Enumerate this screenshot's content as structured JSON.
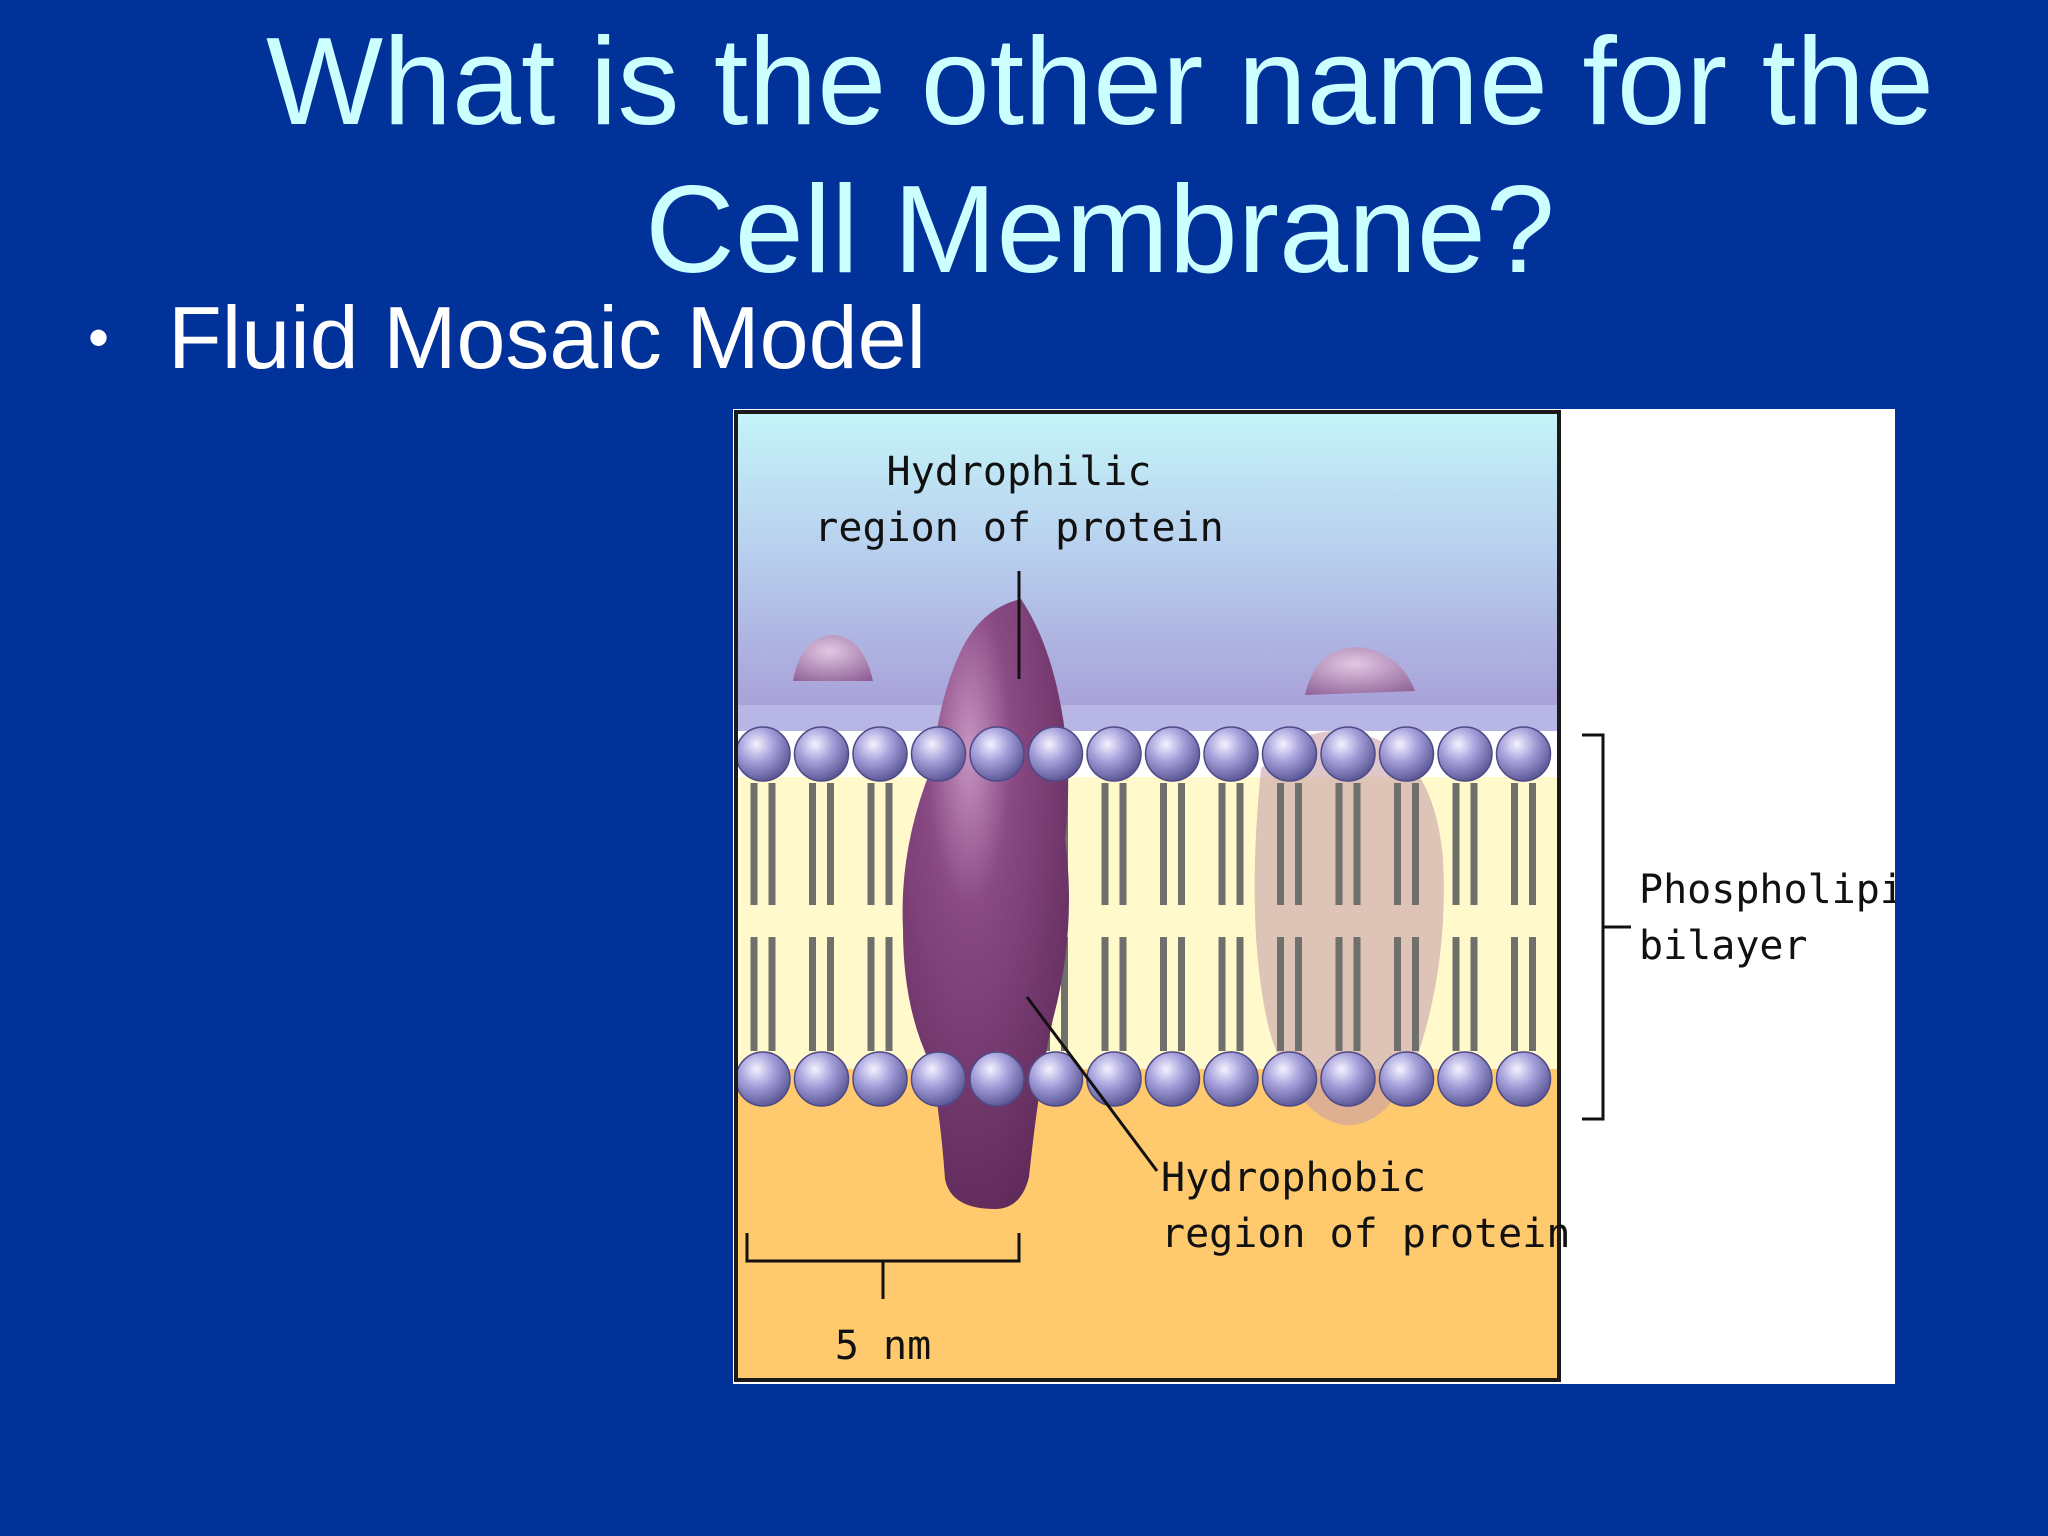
{
  "slide": {
    "title_line1": "What is the other name for the",
    "title_line2": "Cell Membrane?",
    "bullets": [
      "Fluid Mosaic Model"
    ]
  },
  "diagram": {
    "labels": {
      "hydrophilic_line1": "Hydrophilic",
      "hydrophilic_line2": "region of protein",
      "hydrophobic_line1": "Hydrophobic",
      "hydrophobic_line2": "region of protein",
      "bilayer_line1": "Phospholipid",
      "bilayer_line2": "bilayer",
      "scale": "5 nm"
    },
    "colors": {
      "slide_background": "#00329a",
      "title_text": "#ccffff",
      "extracellular_top": "#c4f4f8",
      "extracellular_bottom": "#a69cd6",
      "cytoplasm": "#ffc96e",
      "lipid_core": "#fff9cc",
      "phospholipid_head": "#9a94d4",
      "lipid_tail": "#6f6f6b",
      "protein": "#7a3c74"
    }
  }
}
